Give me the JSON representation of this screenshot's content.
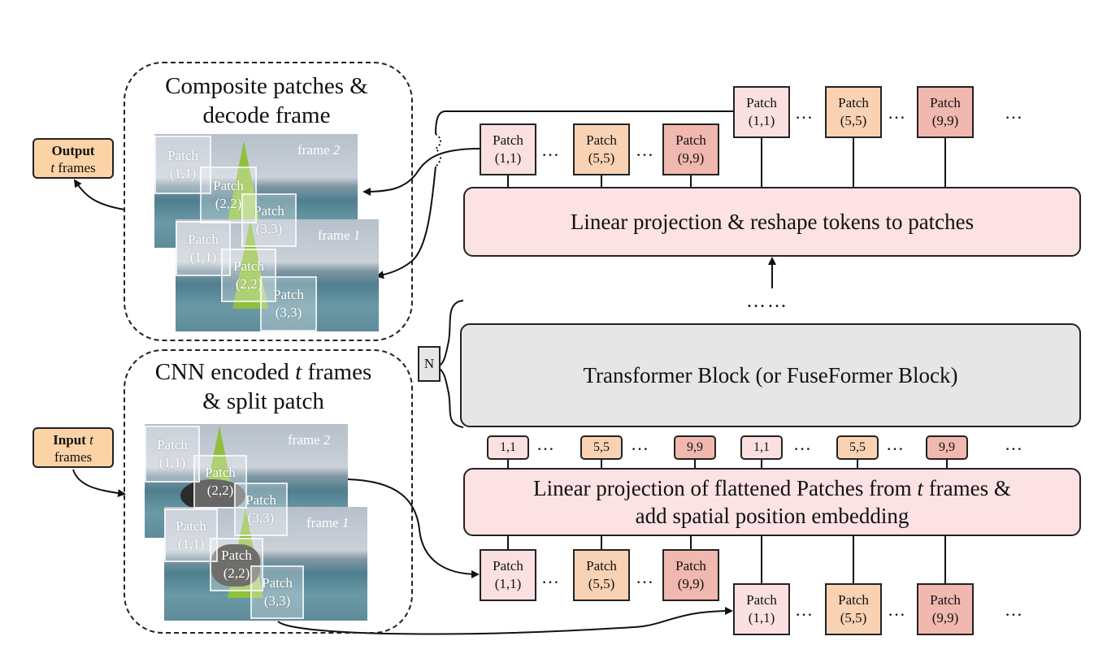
{
  "output_box": {
    "title": "Output",
    "sub_italic": "t",
    "sub_rest": " frames"
  },
  "input_box": {
    "title": "Input",
    "title_italic": " t",
    "sub": "frames"
  },
  "top_panel": {
    "line1": "Composite patches &",
    "line2": "decode frame"
  },
  "bottom_panel": {
    "line1_a": "CNN encoded ",
    "line1_italic": "t",
    "line1_b": " frames",
    "line2": "& split patch"
  },
  "frames": {
    "frame2_word": "frame ",
    "frame2_num": "2",
    "frame1_word": "frame ",
    "frame1_num": "1"
  },
  "overlay_patches": {
    "p11_a": "Patch",
    "p11_b": "(1,1)",
    "p22_a": "Patch",
    "p22_b": "(2,2)",
    "p33_a": "Patch",
    "p33_b": "(3,3)"
  },
  "blocks": {
    "linear_reshape": "Linear projection & reshape tokens to patches",
    "transformer": "Transformer Block (or FuseFormer Block)",
    "linear_flatten_1a": "Linear projection of flattened Patches from ",
    "linear_flatten_1i": "t",
    "linear_flatten_1b": " frames &",
    "linear_flatten_2": "add spatial position embedding",
    "n_label": "N",
    "ellipsis_mid": "……"
  },
  "patch": {
    "word": "Patch",
    "p11": "(1,1)",
    "p55": "(5,5)",
    "p99": "(9,9)"
  },
  "tokens": {
    "t11": "1,1",
    "t55": "5,5",
    "t99": "9,9"
  },
  "dots": "…"
}
